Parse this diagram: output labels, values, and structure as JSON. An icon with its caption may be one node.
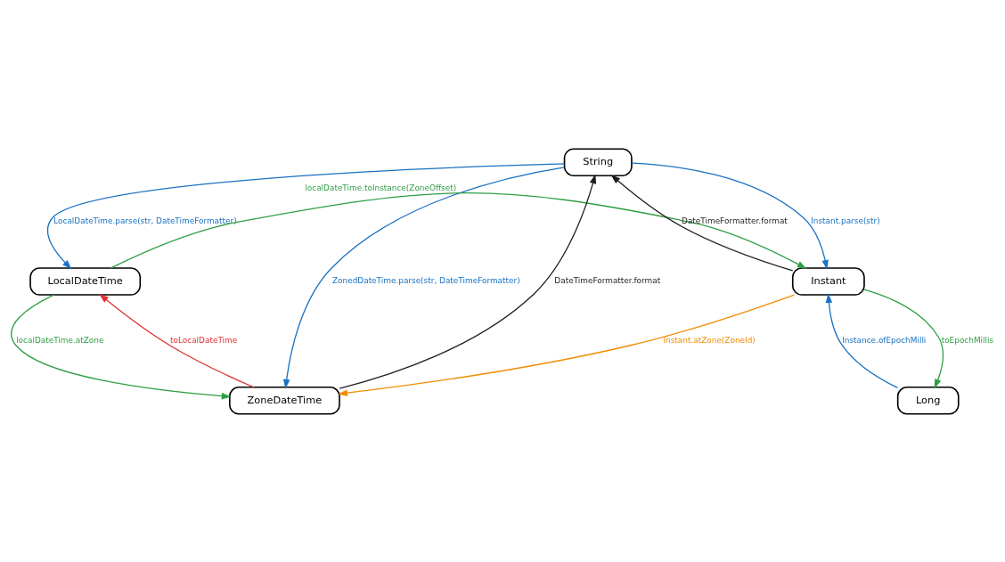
{
  "diagram": {
    "nodes": [
      {
        "text": [
          "String"
        ]
      },
      {
        "text": [
          "LocalDateTime"
        ]
      },
      {
        "text": [
          "Instant"
        ]
      },
      {
        "text": [
          "ZoneDateTime"
        ]
      },
      {
        "text": [
          "Long"
        ]
      }
    ],
    "edges": [
      {
        "from": 0,
        "to": 1,
        "arrow": "to",
        "label": "LocalDateTime.parse(str, DateTimeFormatter)",
        "color": "#1971c2"
      },
      {
        "from": 0,
        "to": 2,
        "arrow": "to",
        "label": "Instant.parse(str)",
        "color": "#1971c2"
      },
      {
        "from": 2,
        "to": 0,
        "arrow": "to",
        "label": "DateTimeFormatter.format",
        "color": "#1e1e1e"
      },
      {
        "from": 1,
        "to": 2,
        "arrow": "to",
        "label": "localDateTime.toInstance(ZoneOffset)",
        "color": "#2f9e44"
      },
      {
        "from": 1,
        "to": 3,
        "arrow": "to",
        "label": "localDateTime.atZone",
        "color": "#2f9e44"
      },
      {
        "from": 3,
        "to": 1,
        "arrow": "to",
        "label": "toLocalDateTime",
        "color": "#e03131"
      },
      {
        "from": 0,
        "to": 3,
        "arrow": "to",
        "label": "ZonedDateTime.parse(str, DateTimeFormatter)",
        "color": "#1971c2"
      },
      {
        "from": 3,
        "to": 0,
        "arrow": "to",
        "label": "DateTimeFormatter.format",
        "color": "#1e1e1e"
      },
      {
        "from": 2,
        "to": 3,
        "arrow": "to",
        "label": "Instant.atZone(ZoneId)",
        "color": "#f08c00"
      },
      {
        "from": 4,
        "to": 2,
        "arrow": "to",
        "label": "Instance.ofEpochMilli",
        "color": "#1971c2"
      },
      {
        "from": 2,
        "to": 4,
        "arrow": "to",
        "label": "toEpochMillis",
        "color": "#2f9e44"
      }
    ]
  }
}
